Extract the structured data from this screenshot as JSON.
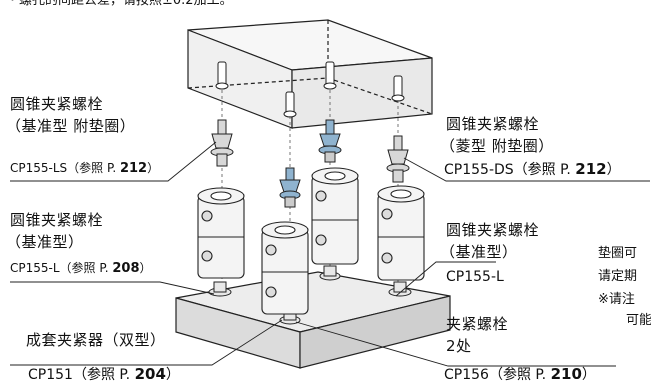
{
  "top_note": "・螺孔的间距公差，请按照±0.2加工。",
  "callouts": {
    "ls": {
      "name_line1": "圆锥夹紧螺栓",
      "name_line2": "（基准型 附垫圈）",
      "model": "CP155-LS",
      "ref_prefix": "（参照 P. ",
      "page": "212",
      "ref_suffix": "）"
    },
    "ds": {
      "name_line1": "圆锥夹紧螺栓",
      "name_line2": "（菱型 附垫圈）",
      "model": "CP155-DS",
      "ref_prefix": "（参照 P. ",
      "page": "212",
      "ref_suffix": "）"
    },
    "l_left": {
      "name_line1": "圆锥夹紧螺栓",
      "name_line2": "（基准型）",
      "model": "CP155-L",
      "ref_prefix": "（参照 P. ",
      "page": "208",
      "ref_suffix": "）"
    },
    "l_right": {
      "name_line1": "圆锥夹紧螺栓",
      "name_line2": "（基准型）",
      "model": "CP155-L"
    },
    "cp151": {
      "name": "成套夹紧器（双型）",
      "model": "CP151",
      "ref_prefix": "（参照 P. ",
      "page": "204",
      "ref_suffix": "）"
    },
    "cp156": {
      "name_line1": "夹紧螺栓",
      "name_line2": "2处",
      "model": "CP156",
      "ref_prefix": "（参照 P. ",
      "page": "210",
      "ref_suffix": "）"
    }
  },
  "side_notes": [
    "垫圈可",
    "请定期",
    "※请注",
    "可能"
  ],
  "colors": {
    "line": "#222222",
    "block_fill": "#f2f2f2",
    "base_top": "#ededed",
    "base_side": "#d4d4d4",
    "bolt_blue": "#8fb3cf",
    "body_fill": "#f4f4f4"
  }
}
